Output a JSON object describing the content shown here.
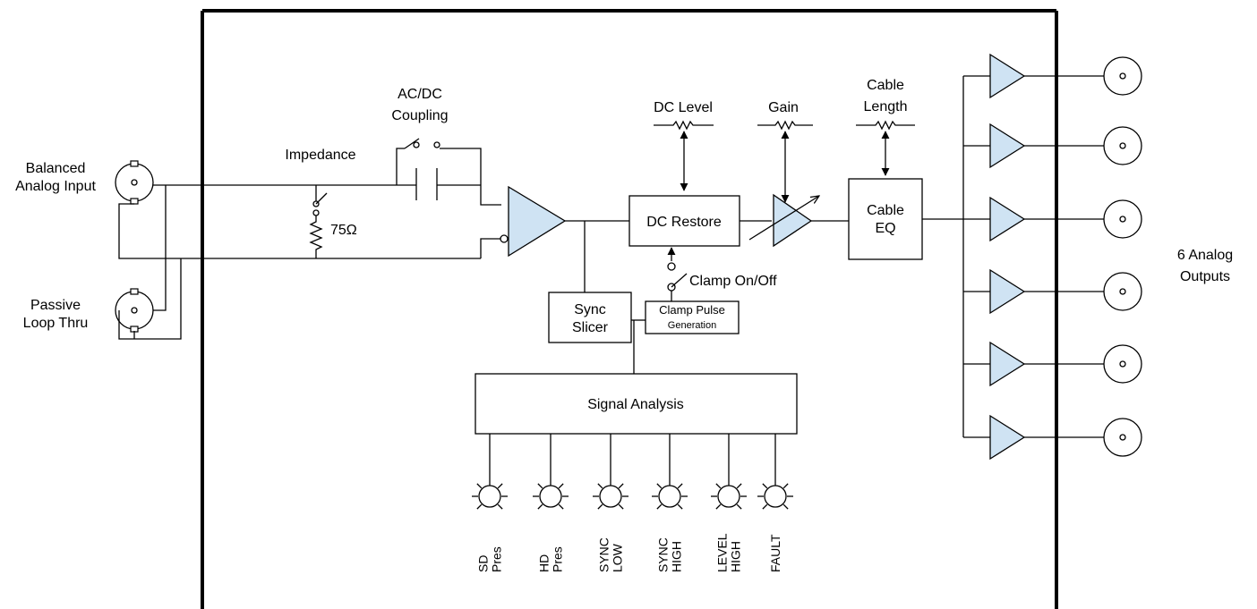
{
  "labels": {
    "balanced_input": [
      "Balanced",
      "Analog Input"
    ],
    "loop_thru": [
      "Passive",
      "Loop Thru"
    ],
    "impedance": "Impedance",
    "ohms": "75Ω",
    "coupling": [
      "AC/DC",
      "Coupling"
    ],
    "dc_level": "DC Level",
    "gain": "Gain",
    "cable_length": [
      "Cable",
      "Length"
    ],
    "dc_restore": "DC Restore",
    "cable_eq": [
      "Cable",
      "EQ"
    ],
    "clamp_onoff": "Clamp On/Off",
    "sync_slicer": [
      "Sync",
      "Slicer"
    ],
    "clamp_pulse": [
      "Clamp Pulse",
      "Generation"
    ],
    "signal_analysis": "Signal Analysis",
    "outputs": [
      "6 Analog",
      "Outputs"
    ]
  },
  "leds": [
    [
      "SD",
      "Pres"
    ],
    [
      "HD",
      "Pres"
    ],
    [
      "SYNC",
      "LOW"
    ],
    [
      "SYNC",
      "HIGH"
    ],
    [
      "LEVEL",
      "HIGH"
    ],
    [
      "FAULT"
    ]
  ],
  "output_count": 6
}
